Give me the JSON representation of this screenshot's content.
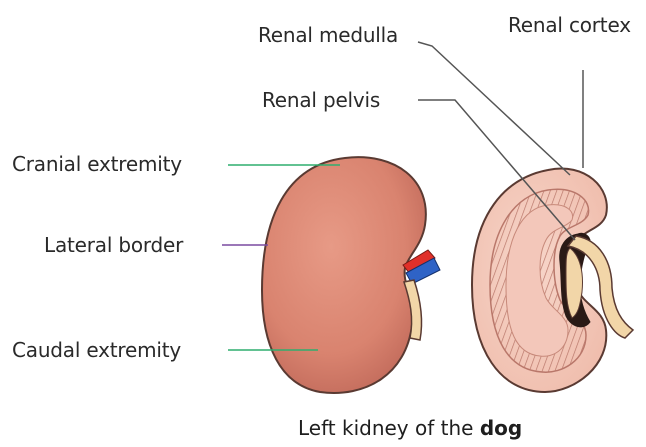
{
  "labels": {
    "renal_medulla": "Renal medulla",
    "renal_cortex": "Renal cortex",
    "renal_pelvis": "Renal pelvis",
    "cranial_extremity": "Cranial extremity",
    "lateral_border": "Lateral border",
    "caudal_extremity": "Caudal extremity"
  },
  "caption": {
    "prefix": "Left kidney of the ",
    "emphasis": "dog"
  },
  "colors": {
    "kidney_outer": "#d98472",
    "kidney_outline": "#5a3a32",
    "section_fill": "#f3c7ba",
    "medulla_stripes": "#b9776a",
    "ureter": "#f2d6a8",
    "artery": "#e0302a",
    "vein": "#2f63c6",
    "leader_green": "#2fae6e",
    "leader_purple": "#7a4aa0",
    "leader_gray": "#555555"
  }
}
